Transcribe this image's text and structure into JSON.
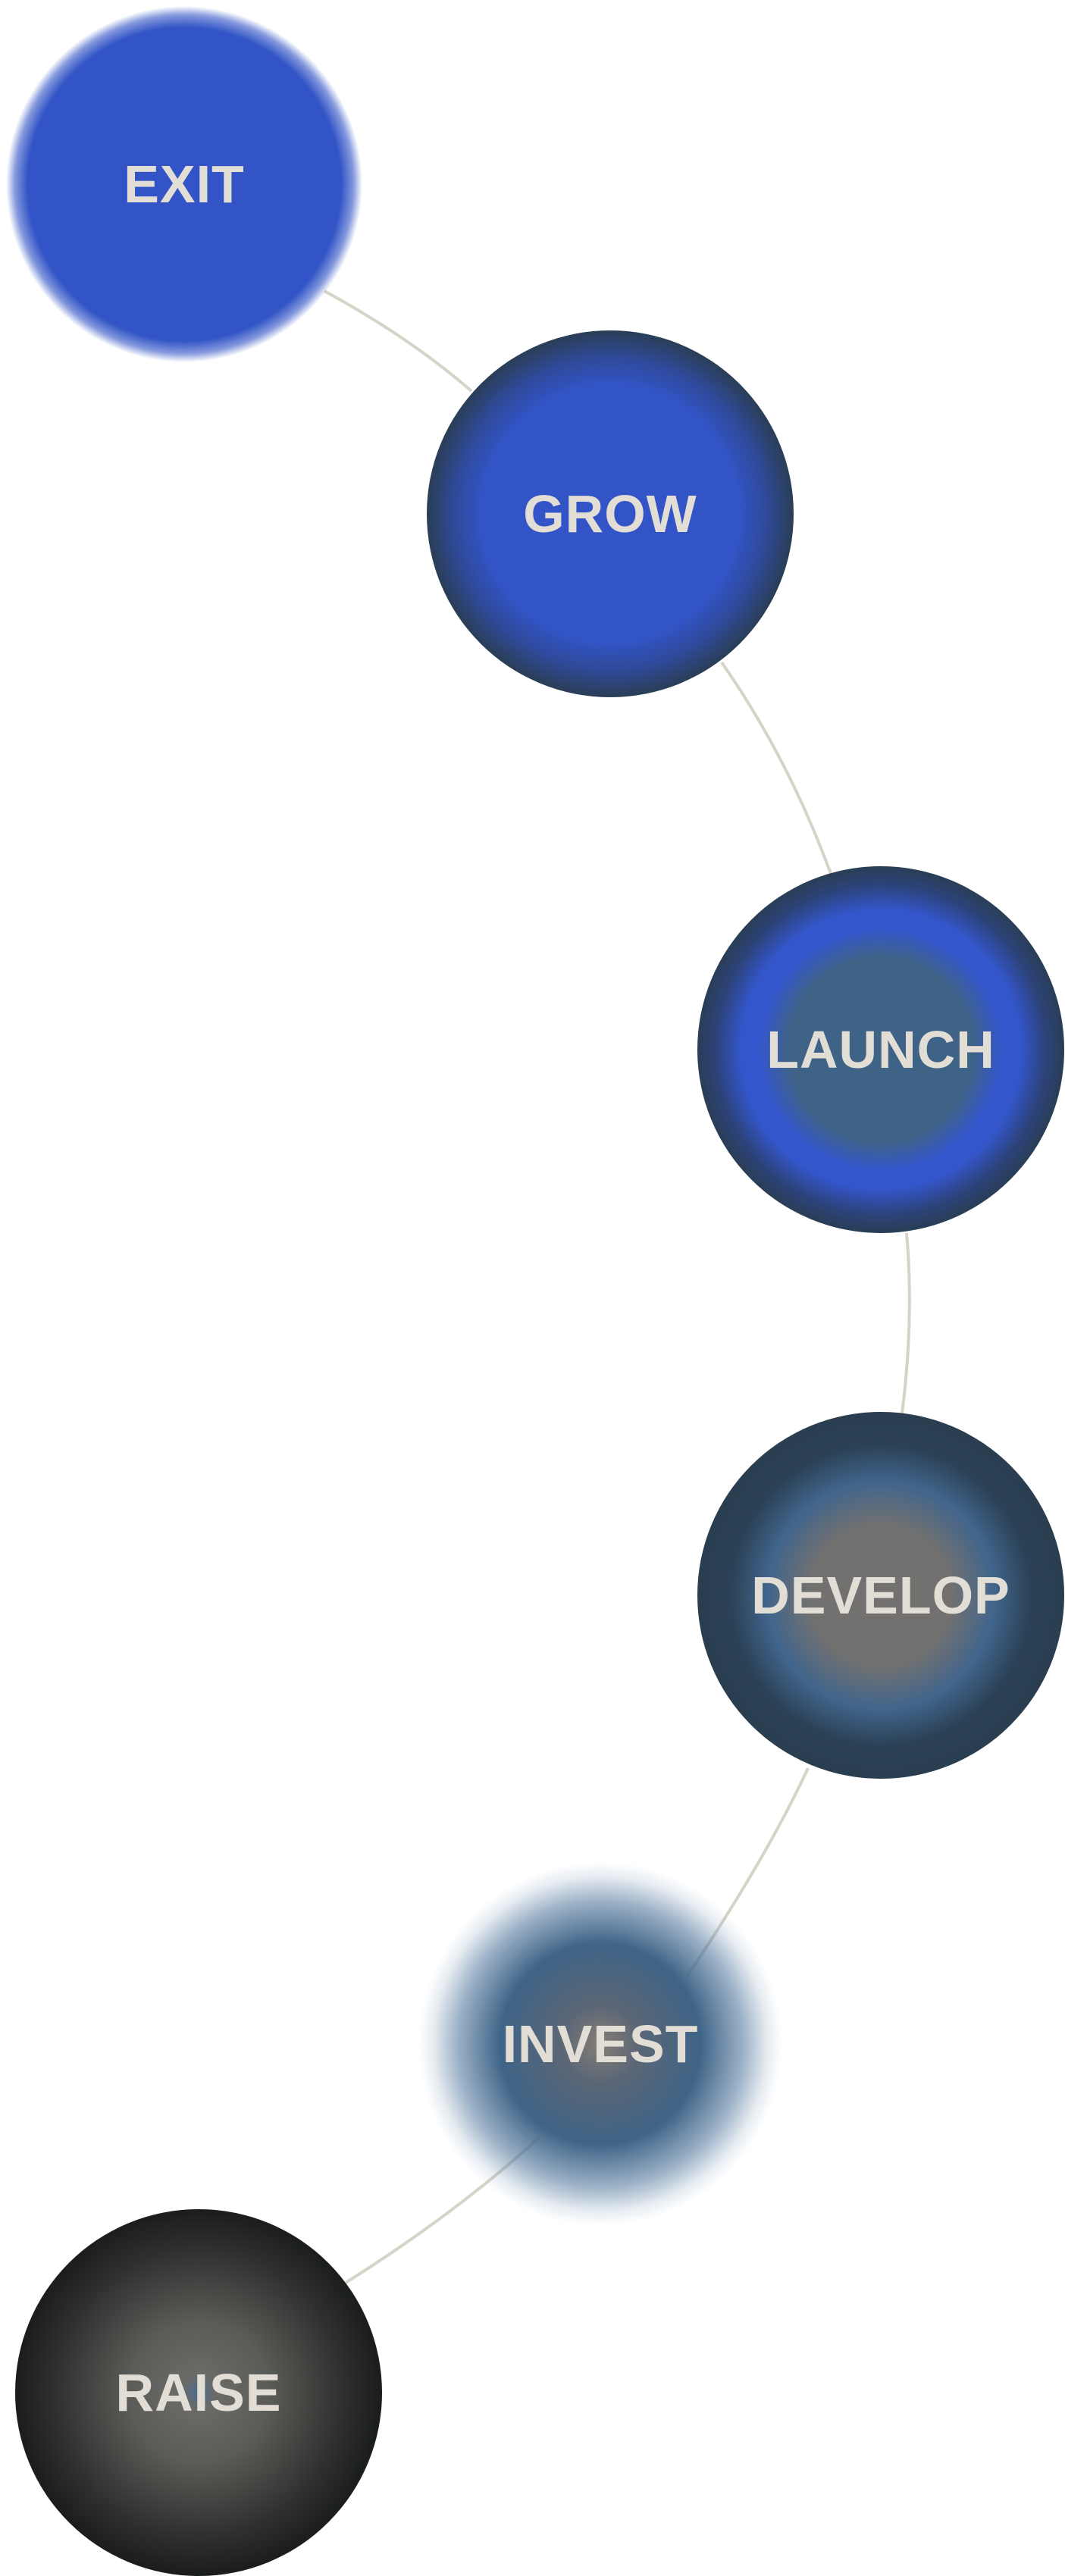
{
  "diagram": {
    "stages": [
      {
        "id": "exit",
        "label": "EXIT"
      },
      {
        "id": "grow",
        "label": "GROW"
      },
      {
        "id": "launch",
        "label": "LAUNCH"
      },
      {
        "id": "develop",
        "label": "DEVELOP"
      },
      {
        "id": "invest",
        "label": "INVEST"
      },
      {
        "id": "raise",
        "label": "RAISE"
      }
    ],
    "colors": {
      "connector": "#d6d3c8",
      "label_text": "#e2ded6",
      "primary_blue": "#3254c6",
      "slate_navy": "#2a3e56",
      "steel_blue": "#3f6386",
      "warm_gray": "#727170",
      "charcoal": "#1a1d1b"
    }
  }
}
